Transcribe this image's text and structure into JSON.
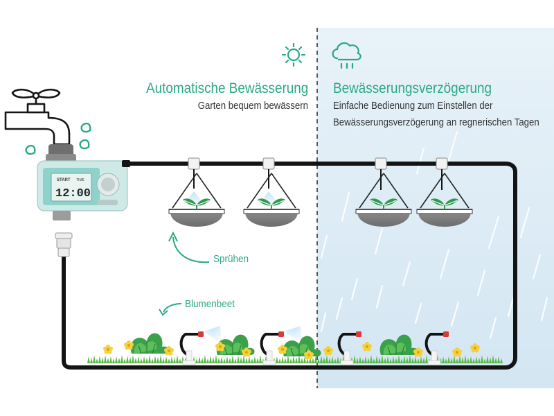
{
  "left_panel": {
    "title": "Automatische Bewässerung",
    "subtitle": "Garten bequem bewässern",
    "icon": "sun-icon"
  },
  "right_panel": {
    "title": "Bewässerungsverzögerung",
    "subtitle_line1": "Einfache Bedienung zum Einstellen der",
    "subtitle_line2": "Bewässerungsverzögerung an regnerischen Tagen",
    "icon": "rain-cloud-icon"
  },
  "timer": {
    "start_label": "START",
    "time_label": "TIME",
    "display_time": "12:00"
  },
  "labels": {
    "spray": "Sprühen",
    "flower_bed": "Blumenbeet"
  },
  "colors": {
    "accent": "#2aa885",
    "rain_panel": "#ddedf6",
    "hose": "#141414",
    "timer_body": "#cfe9e6"
  }
}
